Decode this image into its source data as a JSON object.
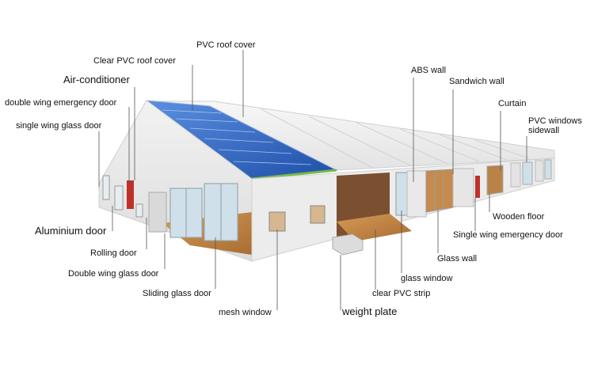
{
  "labels": {
    "pvc_roof_cover": "PVC roof cover",
    "clear_pvc_roof_cover": "Clear PVC roof cover",
    "air_conditioner": "Air-conditioner",
    "double_wing_emergency_door": "double wing emergency door",
    "single_wing_glass_door": "single wing glass door",
    "aluminium_door": "Aluminium door",
    "rolling_door": "Rolling door",
    "double_wing_glass_door": "Double wing glass door",
    "sliding_glass_door": "Sliding glass door",
    "mesh_window": "mesh window",
    "weight_plate": "weight plate",
    "clear_pvc_strip": "clear PVC strip",
    "glass_window": "glass window",
    "glass_wall": "Glass wall",
    "single_wing_emergency_door": "Single wing emergency door",
    "wooden_floor": "Wooden floor",
    "abs_wall": "ABS wall",
    "sandwich_wall": "Sandwich wall",
    "curtain": "Curtain",
    "pvc_windows_sidewall_line1": "PVC windows",
    "pvc_windows_sidewall_line2": "sidewall"
  },
  "colors": {
    "solar_blue": "#2f66c8",
    "roof_white": "#f4f4f4",
    "wall_white": "#ececec",
    "floor_wood": "#c58a4a",
    "door_red": "#c0302a",
    "line_gray": "#666666"
  }
}
